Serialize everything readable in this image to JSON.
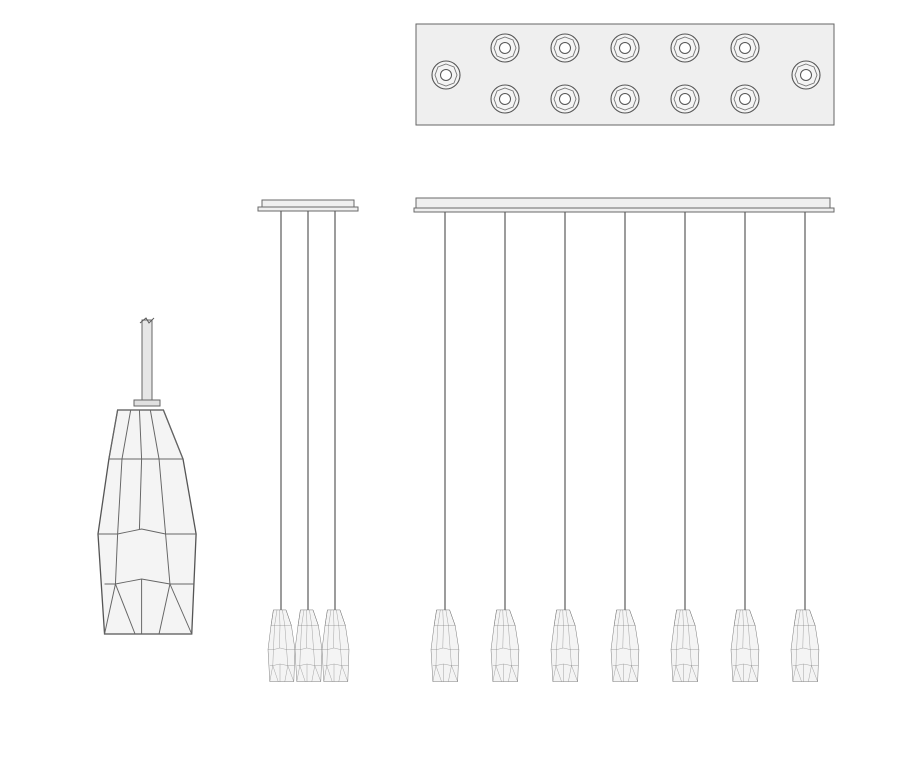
{
  "drawing": {
    "views": [
      {
        "name": "single-pendant-detail",
        "pendants": 1
      },
      {
        "name": "three-light-cluster-elevation",
        "pendants": 3
      },
      {
        "name": "seven-light-linear-elevation",
        "pendants": 7
      },
      {
        "name": "canopy-plan-view",
        "ports": 12
      }
    ],
    "colors": {
      "background": "#ffffff",
      "line": "#5a5a5a",
      "glass": "#f4f4f4",
      "canopy": "#efefef"
    }
  }
}
